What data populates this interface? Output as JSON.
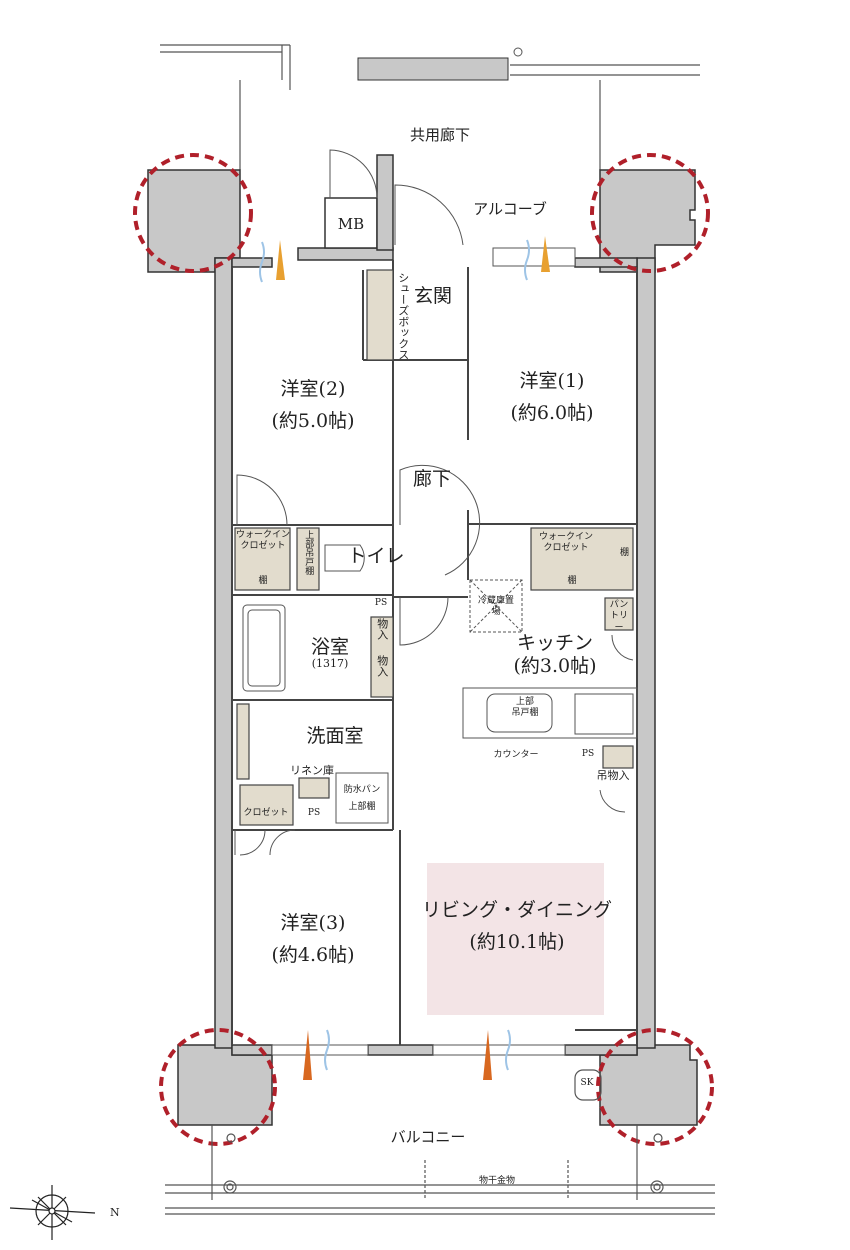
{
  "colors": {
    "wall": "#c8c8c8",
    "storage": "#e2dccd",
    "living_highlight": "#f3e4e6",
    "pillar_marker": "#b0202a",
    "warm_air": "#e8a030",
    "cool_air": "#9ec4e6"
  },
  "labels": {
    "common_corridor": "共用廊下",
    "alcove": "アルコーブ",
    "mb": "MB",
    "entrance": "玄関",
    "shoe_box": "シューズボックス",
    "western_room_2": "洋室(2)",
    "western_room_2_size": "(約5.0帖)",
    "western_room_1": "洋室(1)",
    "western_room_1_size": "(約6.0帖)",
    "hallway": "廊下",
    "walk_in_closet_left": "ウォークイン\nクロゼット",
    "walk_in_closet_right": "ウォークイン\nクロゼット",
    "shelf": "棚",
    "upper_hanging_shelf": "上部吊戸棚",
    "toilet": "トイレ",
    "ps": "PS",
    "storage": "物入",
    "bathroom": "浴室",
    "bathroom_size": "(1317)",
    "fridge_space": "冷蔵庫置場",
    "pantry": "パントリー",
    "kitchen": "キッチン",
    "kitchen_size": "(約3.0帖)",
    "kitchen_upper_shelf": "上部\n吊戸棚",
    "counter": "カウンター",
    "hanging_storage": "吊物入",
    "washroom": "洗面室",
    "linen": "リネン庫",
    "waterproof_pan": "防水パン",
    "upper_shelf": "上部棚",
    "closet": "クロゼット",
    "western_room_3": "洋室(3)",
    "western_room_3_size": "(約4.6帖)",
    "living_dining": "リビング・ダイニング",
    "living_dining_size": "(約10.1帖)",
    "sk": "SK",
    "balcony": "バルコニー",
    "drying_hardware": "物干金物",
    "north": "N"
  }
}
